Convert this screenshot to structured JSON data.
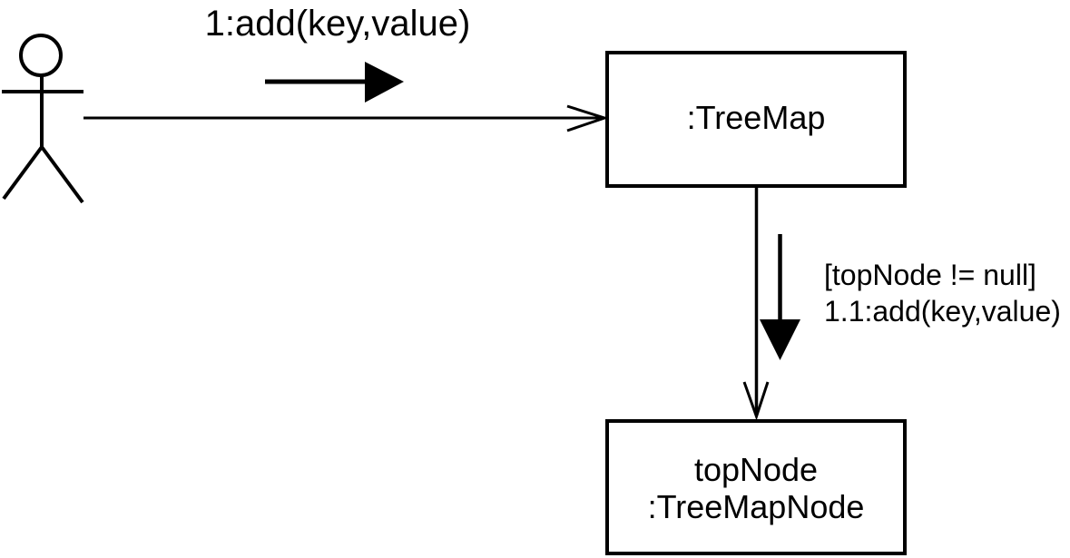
{
  "diagram": {
    "kind": "uml-collaboration-diagram",
    "colors": {
      "line": "#000000",
      "background": "#ffffff"
    },
    "message1": {
      "label": "1:add(key,value)"
    },
    "treemap_object": {
      "label": ":TreeMap"
    },
    "message2": {
      "guard": "[topNode != null]",
      "label": "1.1:add(key,value)"
    },
    "treemapnode_object": {
      "name": "topNode",
      "type": ":TreeMapNode"
    }
  }
}
